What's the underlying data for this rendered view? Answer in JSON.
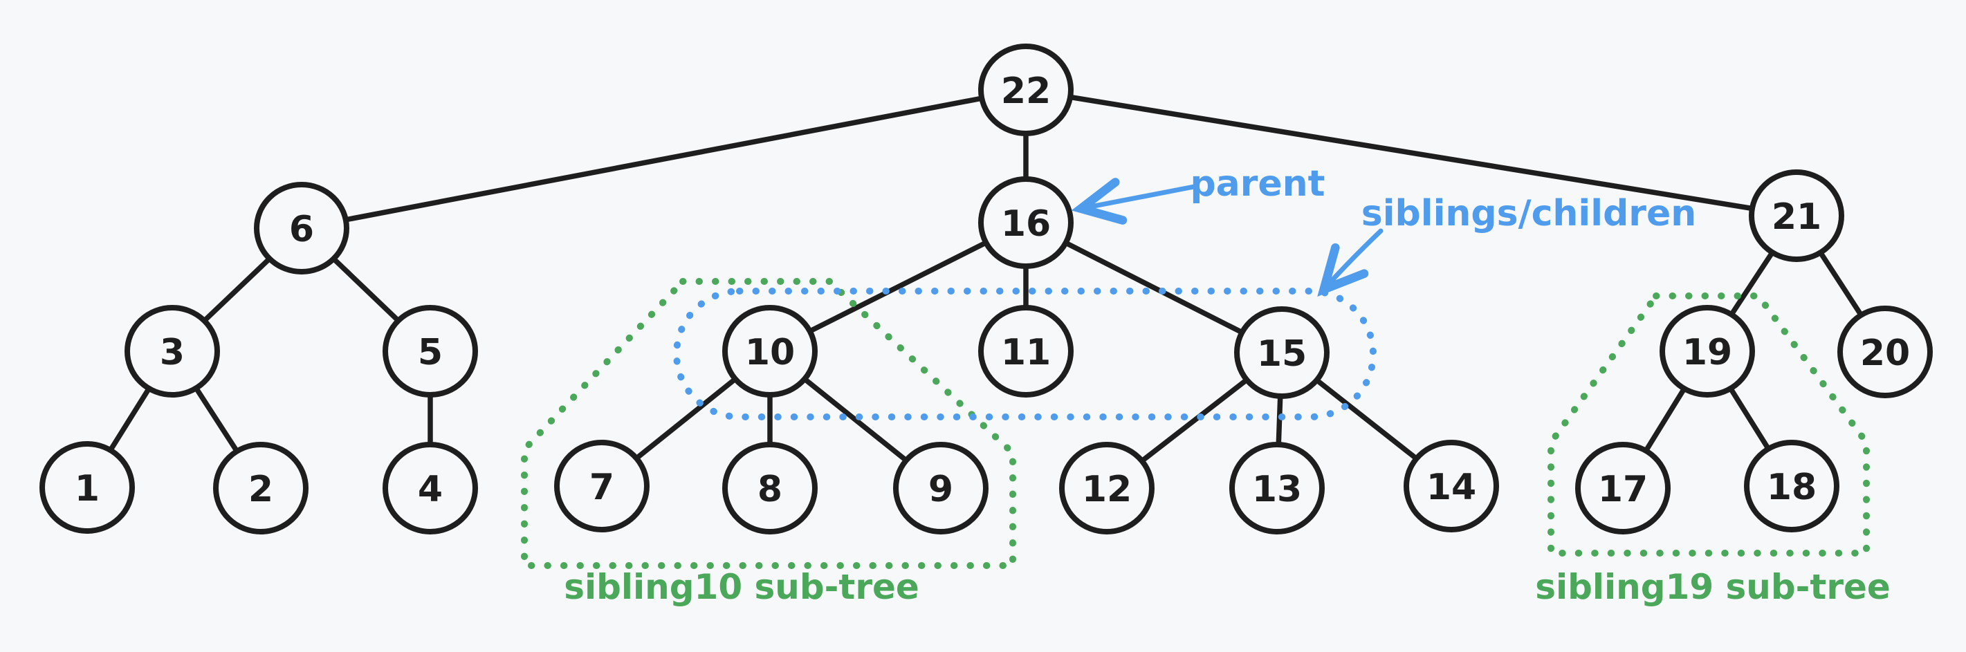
{
  "canvas": {
    "background_color": "#f7f8fa",
    "node_stroke_color": "#1e1e1e",
    "blue_accent_color": "#4e9ceb",
    "green_accent_color": "#4ba85a"
  },
  "nodes": {
    "n1": "1",
    "n2": "2",
    "n3": "3",
    "n4": "4",
    "n5": "5",
    "n6": "6",
    "n7": "7",
    "n8": "8",
    "n9": "9",
    "n10": "10",
    "n11": "11",
    "n12": "12",
    "n13": "13",
    "n14": "14",
    "n15": "15",
    "n16": "16",
    "n17": "17",
    "n18": "18",
    "n19": "19",
    "n20": "20",
    "n21": "21",
    "n22": "22"
  },
  "tree": {
    "root": "22",
    "children": {
      "22": [
        "6",
        "16",
        "21"
      ],
      "6": [
        "3",
        "5"
      ],
      "3": [
        "1",
        "2"
      ],
      "5": [
        "4"
      ],
      "16": [
        "10",
        "11",
        "15"
      ],
      "10": [
        "7",
        "8",
        "9"
      ],
      "11": [],
      "15": [
        "12",
        "13",
        "14"
      ],
      "21": [
        "19",
        "20"
      ],
      "19": [
        "17",
        "18"
      ],
      "20": []
    }
  },
  "annotations": {
    "parent_label": "parent",
    "siblings_label": "siblings/children",
    "sibling10_label": "sibling10 sub-tree",
    "sibling19_label": "sibling19 sub-tree"
  }
}
